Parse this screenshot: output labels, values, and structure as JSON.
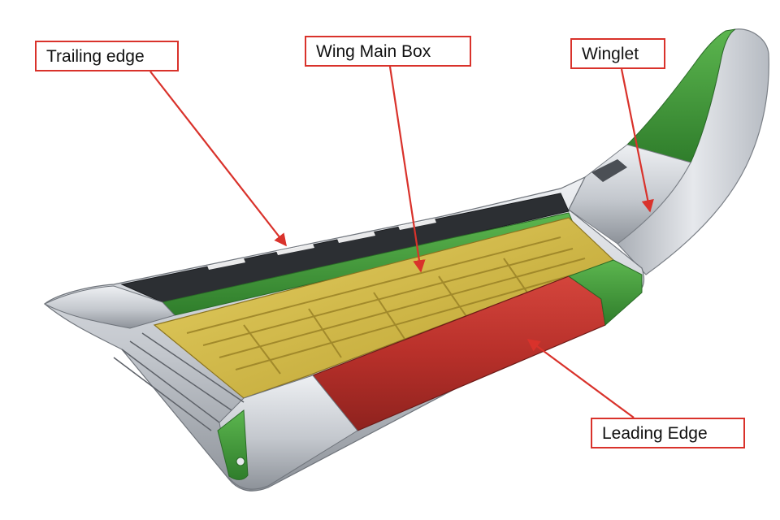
{
  "diagram": {
    "subject": "aircraft wing cutaway",
    "colors": {
      "leader_line": "#d9322b",
      "trailing_edge_region": "#3f9a3a",
      "main_box_region": "#d9c24a",
      "leading_edge_region": "#c2312c",
      "winglet_tip": "#3f9a3a",
      "skin": "#c9ccd1"
    },
    "labels": {
      "trailing_edge": "Trailing edge",
      "wing_main_box": "Wing Main Box",
      "winglet": "Winglet",
      "leading_edge": "Leading Edge"
    }
  }
}
